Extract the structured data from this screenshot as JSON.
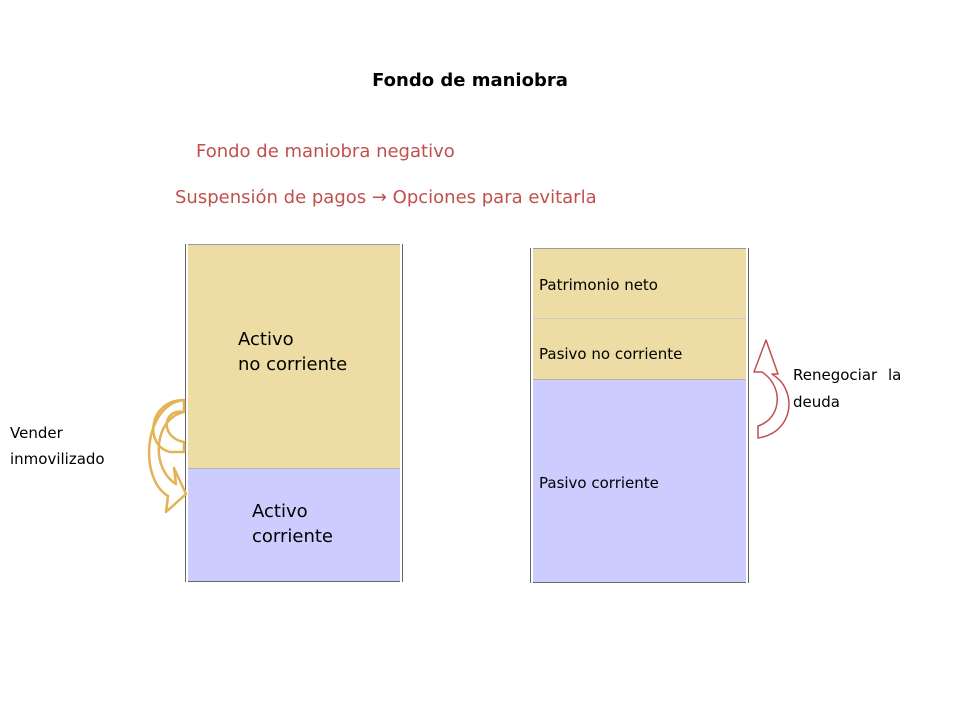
{
  "title": "Fondo de maniobra",
  "subtitle1": "Fondo de maniobra negativo",
  "subtitle2": "Suspensión de pagos → Opciones para evitarla",
  "left_column": {
    "activo_no_corriente": [
      "Activo",
      "no corriente"
    ],
    "activo_corriente": [
      "Activo",
      "corriente"
    ]
  },
  "right_column": {
    "patrimonio_neto": "Patrimonio neto",
    "pasivo_no_corriente": "Pasivo no corriente",
    "pasivo_corriente": "Pasivo corriente"
  },
  "left_action": [
    "Vender",
    "inmovilizado"
  ],
  "right_action": [
    "Renegociar la",
    "deuda"
  ],
  "colors": {
    "non_current_fill": "#eddca3",
    "current_fill": "#ccccfe",
    "subtitle_text": "#c0504d",
    "left_arrow": "#e3b356",
    "right_arrow": "#c0504d"
  }
}
